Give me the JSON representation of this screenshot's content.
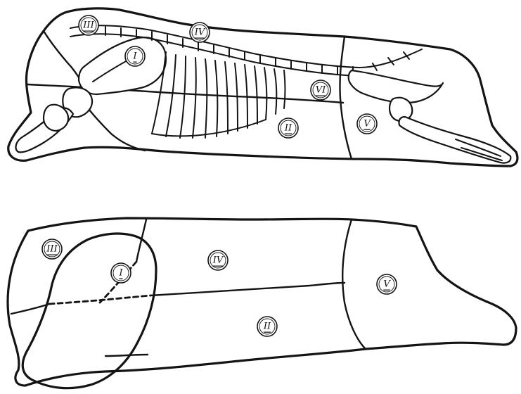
{
  "figure": {
    "top_view": {
      "labels": {
        "I": "I",
        "II": "II",
        "III": "III",
        "IV": "IV",
        "V": "V",
        "VI": "VI"
      }
    },
    "bottom_view": {
      "labels": {
        "I": "I",
        "II": "II",
        "III": "III",
        "IV": "IV",
        "V": "V"
      }
    }
  }
}
